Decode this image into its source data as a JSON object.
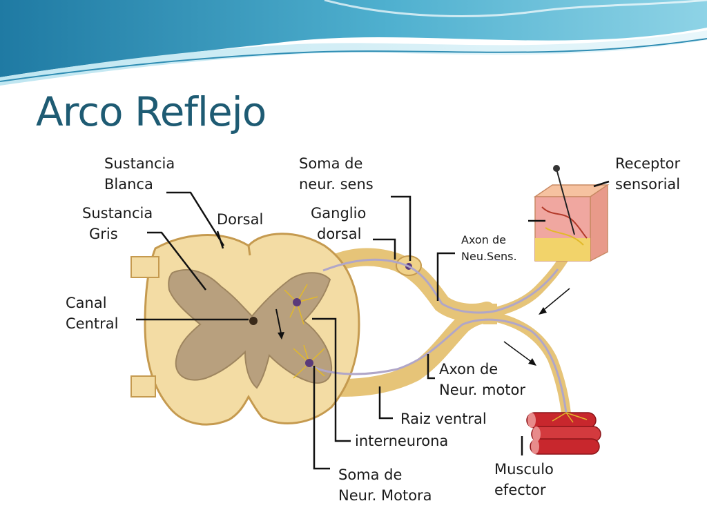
{
  "slide": {
    "title": "Arco Reflejo"
  },
  "diagram": {
    "labels": {
      "sustancia_blanca": [
        "Sustancia",
        "Blanca"
      ],
      "sustancia_gris": [
        "Sustancia",
        "Gris"
      ],
      "dorsal": "Dorsal",
      "canal_central": [
        "Canal",
        "Central"
      ],
      "soma_neur_sens": [
        "Soma de",
        "neur. sens"
      ],
      "ganglio_dorsal": [
        "Ganglio",
        "dorsal"
      ],
      "receptor_sensorial": [
        "Receptor",
        "sensorial"
      ],
      "axon_neu_sens": [
        "Axon de",
        "Neu.Sens."
      ],
      "axon_neur_motor": [
        "Axon de",
        "Neur. motor"
      ],
      "raiz_ventral": "Raiz ventral",
      "interneurona": "interneurona",
      "soma_neur_motora": [
        "Soma de",
        "Neur. Motora"
      ],
      "musculo_efector": [
        "Musculo",
        "efector"
      ]
    }
  },
  "colors": {
    "title": "#1e5b73",
    "header_wave_dark": "#2a7fa3",
    "header_wave_light": "#9fd4e6",
    "cord_white_matter": "#f3dca4",
    "cord_gray_matter": "#b8a07e",
    "nerve": "#e8c97a",
    "muscle": "#c8272d",
    "skin": "#f0a7a0"
  }
}
